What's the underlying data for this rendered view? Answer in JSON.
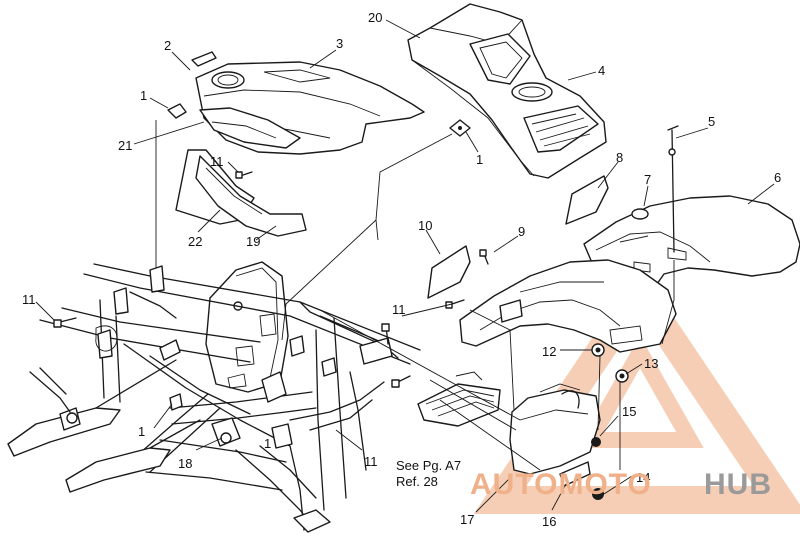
{
  "callouts": [
    "1",
    "2",
    "3",
    "4",
    "5",
    "6",
    "7",
    "8",
    "9",
    "10",
    "11",
    "12",
    "13",
    "14",
    "15",
    "16",
    "17",
    "18",
    "19",
    "20",
    "21",
    "22"
  ],
  "callout_extra": [
    "1",
    "1",
    "1",
    "11",
    "11",
    "11"
  ],
  "reference_note": {
    "line1": "See Pg. A7",
    "line2": "Ref. 28"
  },
  "watermark": {
    "part1": "AUTOMOTO",
    "part2": "HUB",
    "color_red": "#e0452a",
    "color_grey": "#9a9a9a"
  }
}
